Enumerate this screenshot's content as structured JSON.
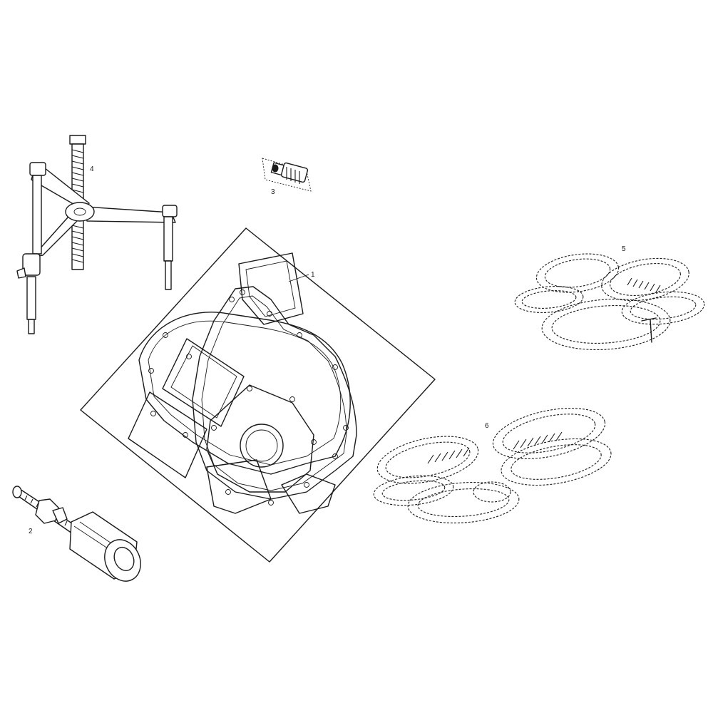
{
  "callouts": [
    {
      "id": "gasket-set",
      "label": "1"
    },
    {
      "id": "bearing-puller",
      "label": "2"
    },
    {
      "id": "small-adapter",
      "label": "3"
    },
    {
      "id": "three-leg-puller",
      "label": "4"
    },
    {
      "id": "oring-set-upper",
      "label": "5"
    },
    {
      "id": "oring-set-lower",
      "label": "6"
    }
  ]
}
